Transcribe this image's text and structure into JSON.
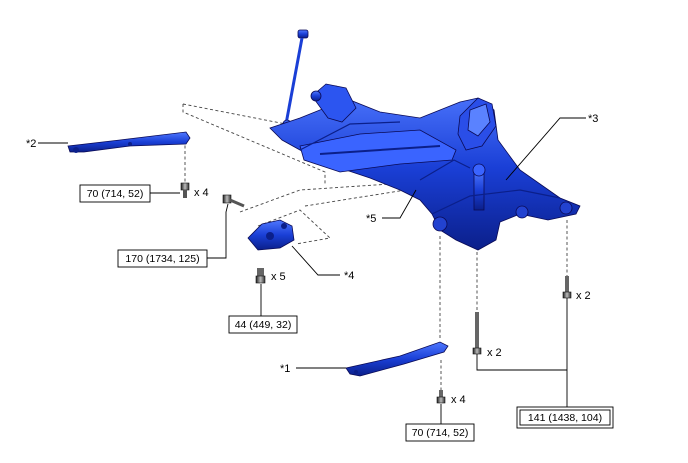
{
  "callouts": {
    "c1": "*1",
    "c2": "*2",
    "c3": "*3",
    "c4": "*4",
    "c5": "*5"
  },
  "torque_specs": {
    "t_brace_top": "70 (714, 52)",
    "t_mount_bolt": "170 (1734, 125)",
    "t_mount_nut": "44 (449, 32)",
    "t_brace_bottom": "70 (714, 52)",
    "t_frame": "141 (1438, 104)"
  },
  "quantities": {
    "q_brace_top": "x 4",
    "q_mount_nut": "x 5",
    "q_frame_right": "x 2",
    "q_frame_left": "x 2",
    "q_brace_bottom": "x 4"
  },
  "colors": {
    "part_blue": "#1a3fd6",
    "part_dark": "#0b1f8a",
    "part_light": "#4f78ff"
  },
  "icons": [
    "bolt-icon",
    "nut-icon"
  ]
}
